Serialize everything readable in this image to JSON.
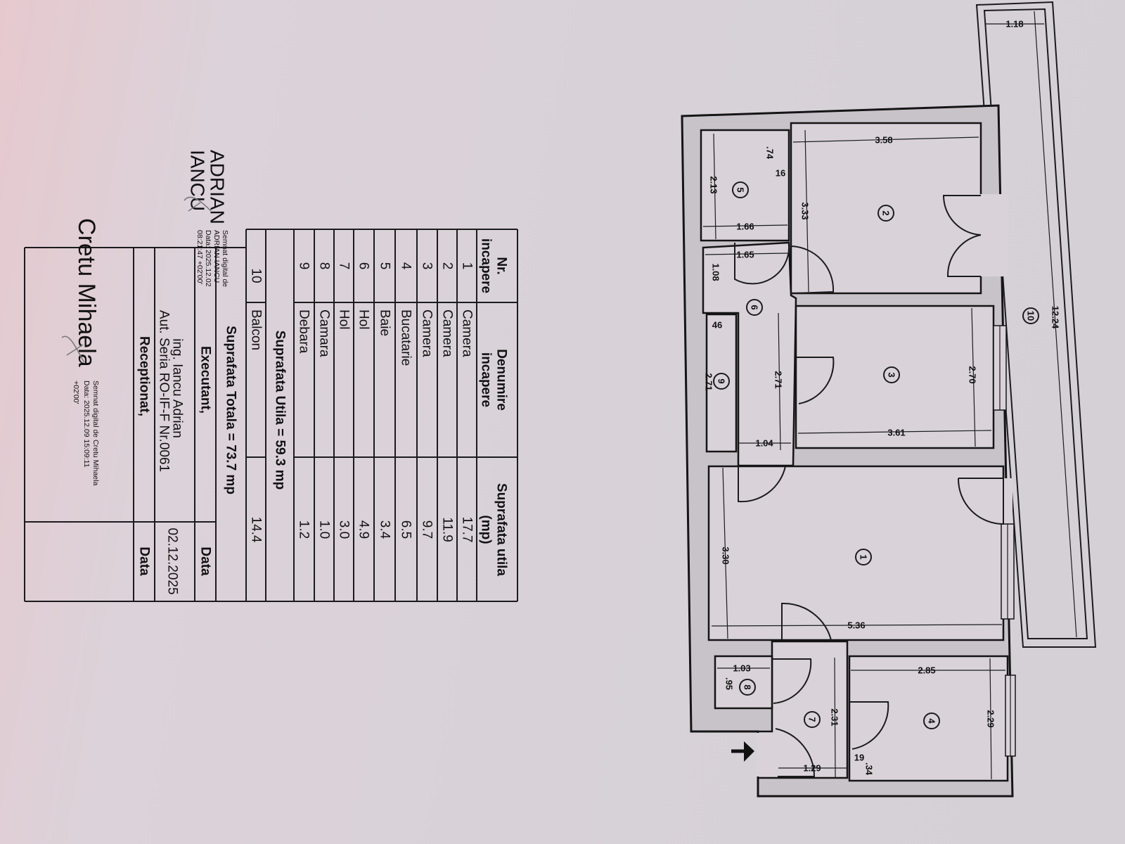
{
  "table": {
    "headers": {
      "nr": [
        "Nr.",
        "incapere"
      ],
      "name": [
        "Denumire",
        "incapere"
      ],
      "area": [
        "Suprafata utila",
        "(mp)"
      ]
    },
    "rows": [
      {
        "nr": "1",
        "name": "Camera",
        "area": "17.7"
      },
      {
        "nr": "2",
        "name": "Camera",
        "area": "11.9"
      },
      {
        "nr": "3",
        "name": "Camera",
        "area": "9.7"
      },
      {
        "nr": "4",
        "name": "Bucatarie",
        "area": "6.5"
      },
      {
        "nr": "5",
        "name": "Baie",
        "area": "3.4"
      },
      {
        "nr": "6",
        "name": "Hol",
        "area": "4.9"
      },
      {
        "nr": "7",
        "name": "Hol",
        "area": "3.0"
      },
      {
        "nr": "8",
        "name": "Camara",
        "area": "1.0"
      },
      {
        "nr": "9",
        "name": "Debara",
        "area": "1.2"
      }
    ],
    "useful_total": "Suprafata Utila = 59.3 mp",
    "balcony": {
      "nr": "10",
      "name": "Balcon",
      "area": "14.4"
    },
    "grand_total": "Suprafata Totala = 73.7 mp"
  },
  "signoff": {
    "executant_label": "Executant,",
    "data_label": "Data",
    "engineer": "ing. Iancu Adrian",
    "authorization": "Aut. Seria RO-IF-F Nr.0061",
    "executant_date": "02.12.2025",
    "receptionat_label": "Receptionat,",
    "receptionat_data_label": "Data"
  },
  "signatures": {
    "adrian": {
      "name_line1": "ADRIAN",
      "name_line2": "IANCU",
      "lines": [
        "Semnat digital de",
        "ADRIAN IANCU",
        "Data: 2025.12.02",
        "08:21:47 +02'00'"
      ]
    },
    "cretu": {
      "name": "Cretu Mihaela",
      "lines": [
        "Semnat digital de Cretu Mihaela",
        "Data: 2025.12.09 15:09:11",
        "+02'00'"
      ]
    }
  },
  "plan": {
    "room_markers": [
      "1",
      "2",
      "3",
      "4",
      "5",
      "6",
      "7",
      "8",
      "9",
      "10"
    ],
    "dims": {
      "balcony_width": "1.18",
      "balcony_length": "12.24",
      "room2_width": "3.58",
      "room2_length": "3.33",
      "room5_length": "2.13",
      "room5_niche": ".74",
      "room5_wall": "16",
      "room5_width": "1.66",
      "hall6_width": "1.65",
      "hall6_niche": "1.08",
      "room9_depth": "46",
      "room9_length": "2.71",
      "hall6_length": "2.71",
      "room3_length": "2.70",
      "room3_width": "3.61",
      "hall6_bottom": "1.04",
      "room1_length": "3.30",
      "room1_width": "5.36",
      "room8_width": "1.03",
      "room8_length": ".95",
      "room4_width": "2.85",
      "hall7_length": "2.31",
      "room4_length": "2.29",
      "wall_19": "19",
      "wall_34": ".34",
      "hall7_width": "1.29"
    }
  }
}
